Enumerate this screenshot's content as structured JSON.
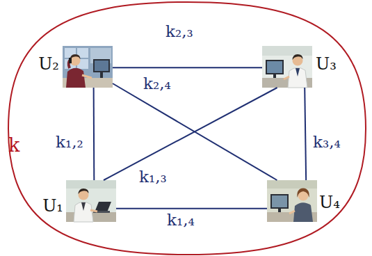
{
  "diagram": {
    "nodes": [
      {
        "text": [
          "k"
        ]
      },
      {
        "text": [
          "U₂"
        ],
        "in": 0
      },
      {
        "text": [
          "U₃"
        ],
        "in": 0
      },
      {
        "text": [
          "U₁"
        ],
        "in": 0
      },
      {
        "text": [
          "U₄"
        ],
        "in": 0
      }
    ],
    "edges": [
      {
        "from": 1,
        "to": 2,
        "arrow": "none",
        "label": "k₂,₃"
      },
      {
        "from": 1,
        "to": 3,
        "arrow": "none",
        "label": "k₁,₂"
      },
      {
        "from": 1,
        "to": 4,
        "arrow": "none",
        "label": "k₂,₄"
      },
      {
        "from": 3,
        "to": 2,
        "arrow": "none",
        "label": "k₁,₃"
      },
      {
        "from": 2,
        "to": 4,
        "arrow": "none",
        "label": "k₃,₄"
      },
      {
        "from": 3,
        "to": 4,
        "arrow": "none",
        "label": "k₁,₄"
      }
    ]
  }
}
